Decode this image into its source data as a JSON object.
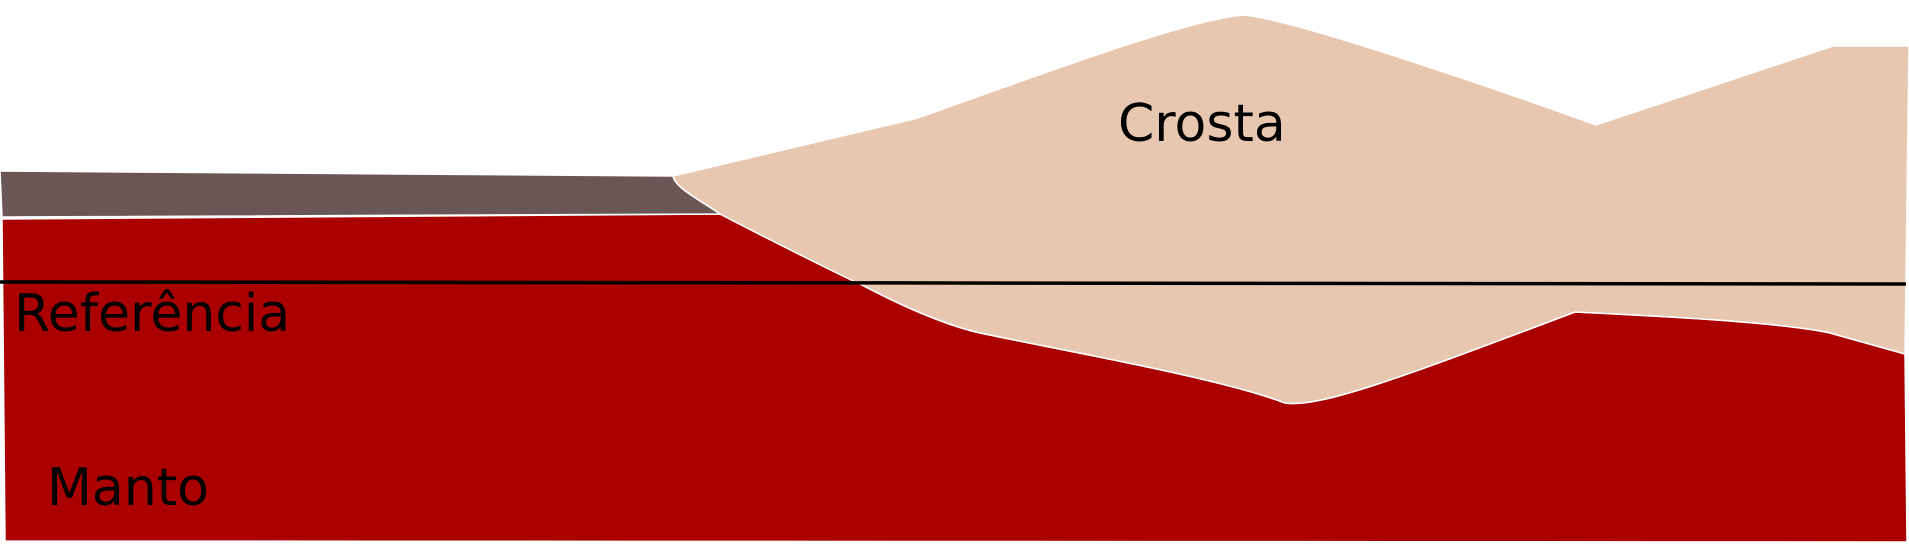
{
  "labels": {
    "crust": "Crosta",
    "reference": "Referência",
    "mantle": "Manto"
  },
  "colors": {
    "crust": "#e8c7b0",
    "sediment": "#6b5656",
    "mantle": "#aa0000",
    "outline": "#ffffff",
    "reference_line": "#000000",
    "text": "#000000",
    "background": "#ffffff"
  }
}
